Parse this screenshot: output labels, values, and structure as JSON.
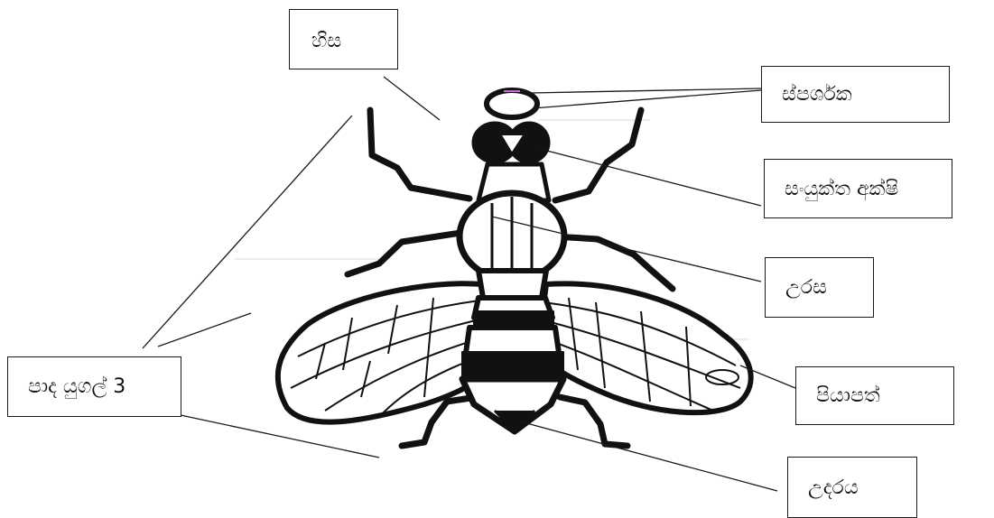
{
  "labels": {
    "head": "හිස",
    "antenna": "ස්පර්ශක",
    "compound_eye": "සංයුක්ත අක්ෂි",
    "thorax": "උරස",
    "wings": "පියාපත්",
    "abdomen": "උදරය",
    "legs": "පාද යුගල් 3"
  },
  "colors": {
    "ink": "#111111",
    "line": "#1a1a1a",
    "wing_fill": "#ffffff",
    "antenna_accent": "#c86bd6"
  }
}
